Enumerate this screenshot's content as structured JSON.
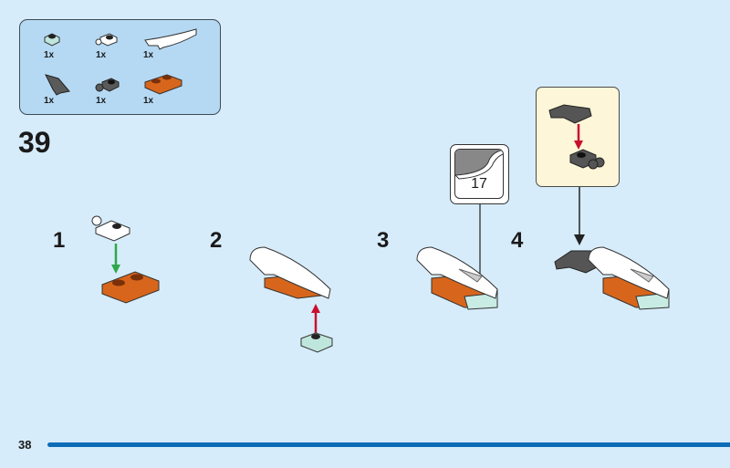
{
  "parts_list": {
    "items": [
      {
        "part": "light-aqua-plate-1x1",
        "qty": "1x",
        "color": "#bfe6dc"
      },
      {
        "part": "white-plate-with-clip",
        "qty": "1x",
        "color": "#ffffff"
      },
      {
        "part": "white-curved-slope",
        "qty": "1x",
        "color": "#ffffff"
      },
      {
        "part": "dark-gray-wedge-slope",
        "qty": "1x",
        "color": "#5a5a5a"
      },
      {
        "part": "dark-gray-plate-with-bar",
        "qty": "1x",
        "color": "#5a5a5a"
      },
      {
        "part": "orange-plate-1x2-with-bar",
        "qty": "1x",
        "color": "#d7661c"
      }
    ]
  },
  "main_step": "39",
  "substeps": [
    "1",
    "2",
    "3",
    "4"
  ],
  "sticker": {
    "number": "17"
  },
  "page_number": "38",
  "colors": {
    "background": "#d7ecfa",
    "parts_box": "#b5d9f3",
    "callout": "#fdf6d8",
    "arrow_red": "#c8102e",
    "arrow_green": "#2da84a",
    "bar": "#0b6cb8"
  }
}
